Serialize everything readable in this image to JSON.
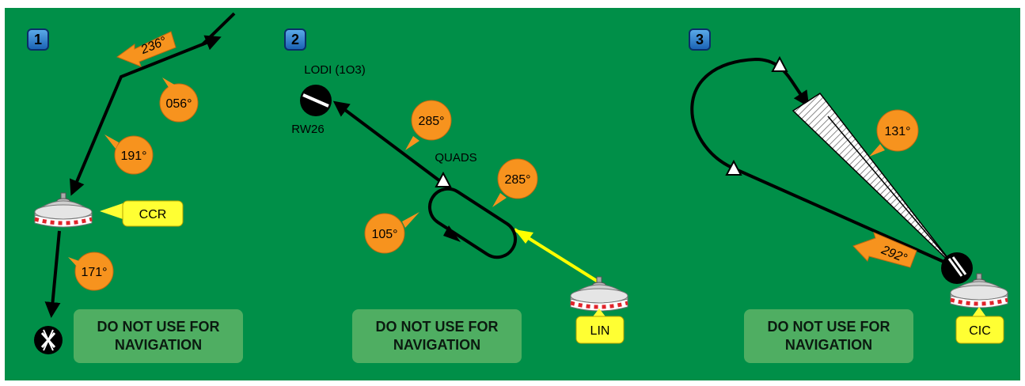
{
  "panels": [
    {
      "number": "1",
      "warning": [
        "DO NOT USE FOR",
        "NAVIGATION"
      ],
      "station": "CCR",
      "headings": [
        "236°",
        "056°",
        "191°",
        "171°"
      ]
    },
    {
      "number": "2",
      "warning": [
        "DO NOT USE FOR",
        "NAVIGATION"
      ],
      "station": "LIN",
      "airport_name": "LODI (1O3)",
      "runway": "RW26",
      "fix": "QUADS",
      "headings": [
        "285°",
        "285°",
        "105°"
      ]
    },
    {
      "number": "3",
      "warning": [
        "DO NOT USE FOR",
        "NAVIGATION"
      ],
      "station": "CIC",
      "headings": [
        "131°",
        "292°"
      ]
    }
  ],
  "colors": {
    "background": "#008f48",
    "heading_bubble": "#f7931e",
    "station_label": "#ffff33",
    "warning_box": "#4fae62",
    "inbound_course": "#ffff00"
  },
  "icons": [
    "vor-station-icon",
    "airport-runway-icon",
    "closed-airport-icon",
    "fix-triangle-icon"
  ]
}
